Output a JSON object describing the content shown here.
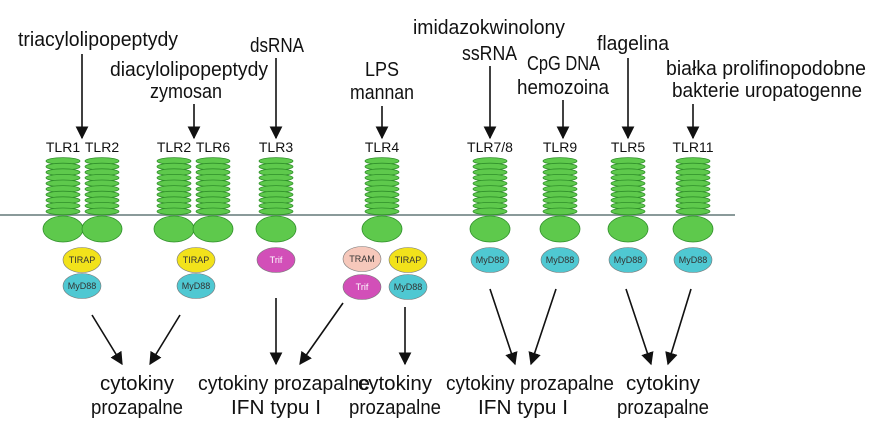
{
  "ligands": {
    "tlr1_2": "triacylolipopeptydy",
    "tlr2_6_a": "diacylolipopeptydy",
    "tlr2_6_b": "zymosan",
    "tlr3": "dsRNA",
    "tlr4_a": "LPS",
    "tlr4_b": "mannan",
    "tlr78_a": "imidazokwinolony",
    "tlr78_b": "ssRNA",
    "tlr9_a": "CpG DNA",
    "tlr9_b": "hemozoina",
    "tlr5": "flagelina",
    "tlr11_a": "białka prolifinopodobne",
    "tlr11_b": "bakterie uropatogenne"
  },
  "receptors": [
    "TLR1",
    "TLR2",
    "TLR2",
    "TLR6",
    "TLR3",
    "TLR4",
    "TLR7/8",
    "TLR9",
    "TLR5",
    "TLR11"
  ],
  "adaptors": {
    "tirap": "TIRAP",
    "myd88": "MyD88",
    "trif": "Trif",
    "tram": "TRAM"
  },
  "outcomes": {
    "cytokiny": "cytokiny",
    "prozapalne": "prozapalne",
    "cytokiny_prozapalne": "cytokiny prozapalne",
    "ifn": "IFN typu I"
  },
  "colors": {
    "receptor": "#5ec94c",
    "receptor_stroke": "#2f8f2a",
    "tirap": "#f2e21b",
    "myd88": "#4fc8d2",
    "trif": "#d24fb8",
    "tram": "#f6c8bb",
    "membrane": "#8a9a9a"
  }
}
